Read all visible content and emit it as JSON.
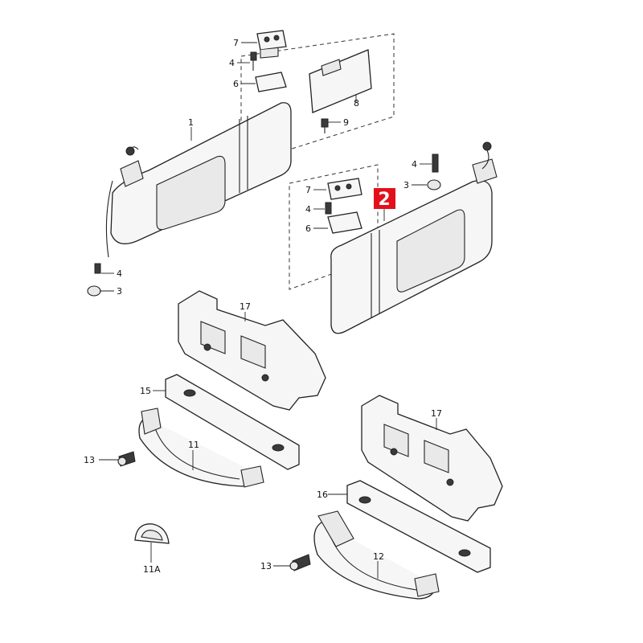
{
  "highlight": {
    "label": "2",
    "color": "#e3101c"
  },
  "callouts": {
    "c7a": "7",
    "c4a": "4",
    "c6a": "6",
    "c8": "8",
    "c9": "9",
    "c1": "1",
    "c4b": "4",
    "c3b": "3",
    "c7b": "7",
    "c4c": "4",
    "c6b": "6",
    "c4d": "4",
    "c3d": "3",
    "c17a": "17",
    "c15": "15",
    "c13a": "13",
    "c11": "11",
    "c11A": "11A",
    "c17b": "17",
    "c16": "16",
    "c13b": "13",
    "c12": "12"
  }
}
